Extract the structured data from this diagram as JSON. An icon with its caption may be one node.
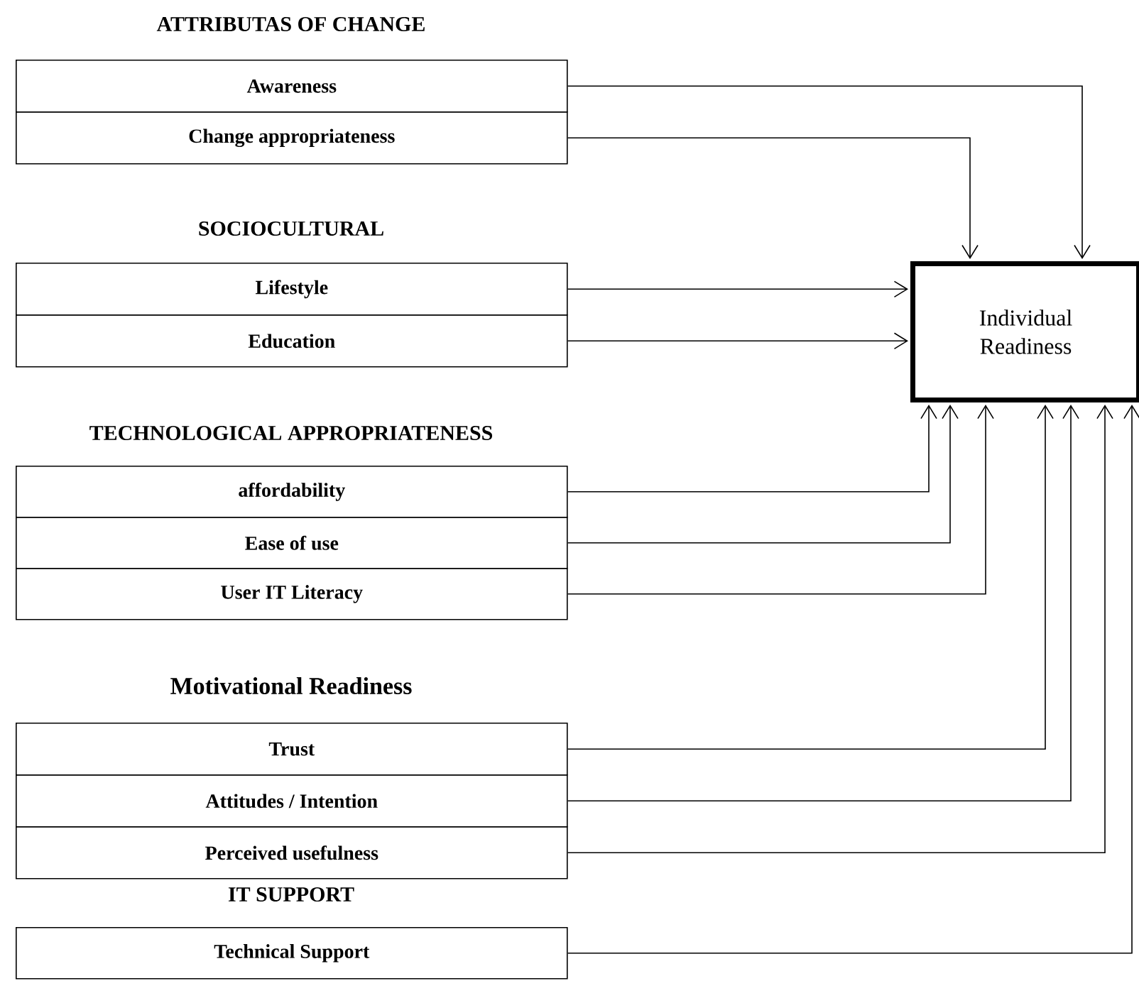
{
  "diagram": {
    "nodes": [
      {
        "text": [
          "Awareness"
        ]
      },
      {
        "text": [
          "Change appropriateness"
        ]
      },
      {
        "text": [
          "Lifestyle"
        ]
      },
      {
        "text": [
          "Education"
        ]
      },
      {
        "text": [
          "affordability"
        ]
      },
      {
        "text": [
          "Ease of use"
        ]
      },
      {
        "text": [
          "User IT Literacy"
        ]
      },
      {
        "text": [
          "Trust"
        ]
      },
      {
        "text": [
          "Attitudes / Intention"
        ]
      },
      {
        "text": [
          "Perceived usefulness"
        ]
      },
      {
        "text": [
          "Technical Support"
        ]
      },
      {
        "text": [
          "Individual Readiness"
        ]
      }
    ],
    "edges": [
      {
        "from": 0,
        "to": 11,
        "arrow": "to"
      },
      {
        "from": 1,
        "to": 11,
        "arrow": "to"
      },
      {
        "from": 2,
        "to": 11,
        "arrow": "to"
      },
      {
        "from": 3,
        "to": 11,
        "arrow": "to"
      },
      {
        "from": 4,
        "to": 11,
        "arrow": "to"
      },
      {
        "from": 5,
        "to": 11,
        "arrow": "to"
      },
      {
        "from": 6,
        "to": 11,
        "arrow": "to"
      },
      {
        "from": 7,
        "to": 11,
        "arrow": "to"
      },
      {
        "from": 8,
        "to": 11,
        "arrow": "to"
      },
      {
        "from": 9,
        "to": 11,
        "arrow": "to"
      },
      {
        "from": 10,
        "to": 11,
        "arrow": "to"
      }
    ],
    "labels": [
      "ATTRIBUTAS OF CHANGE",
      "SOCIOCULTURAL",
      "TECHNOLOGICAL APPROPRIATENESS",
      "Motivational Readiness",
      "IT SUPPORT"
    ]
  }
}
